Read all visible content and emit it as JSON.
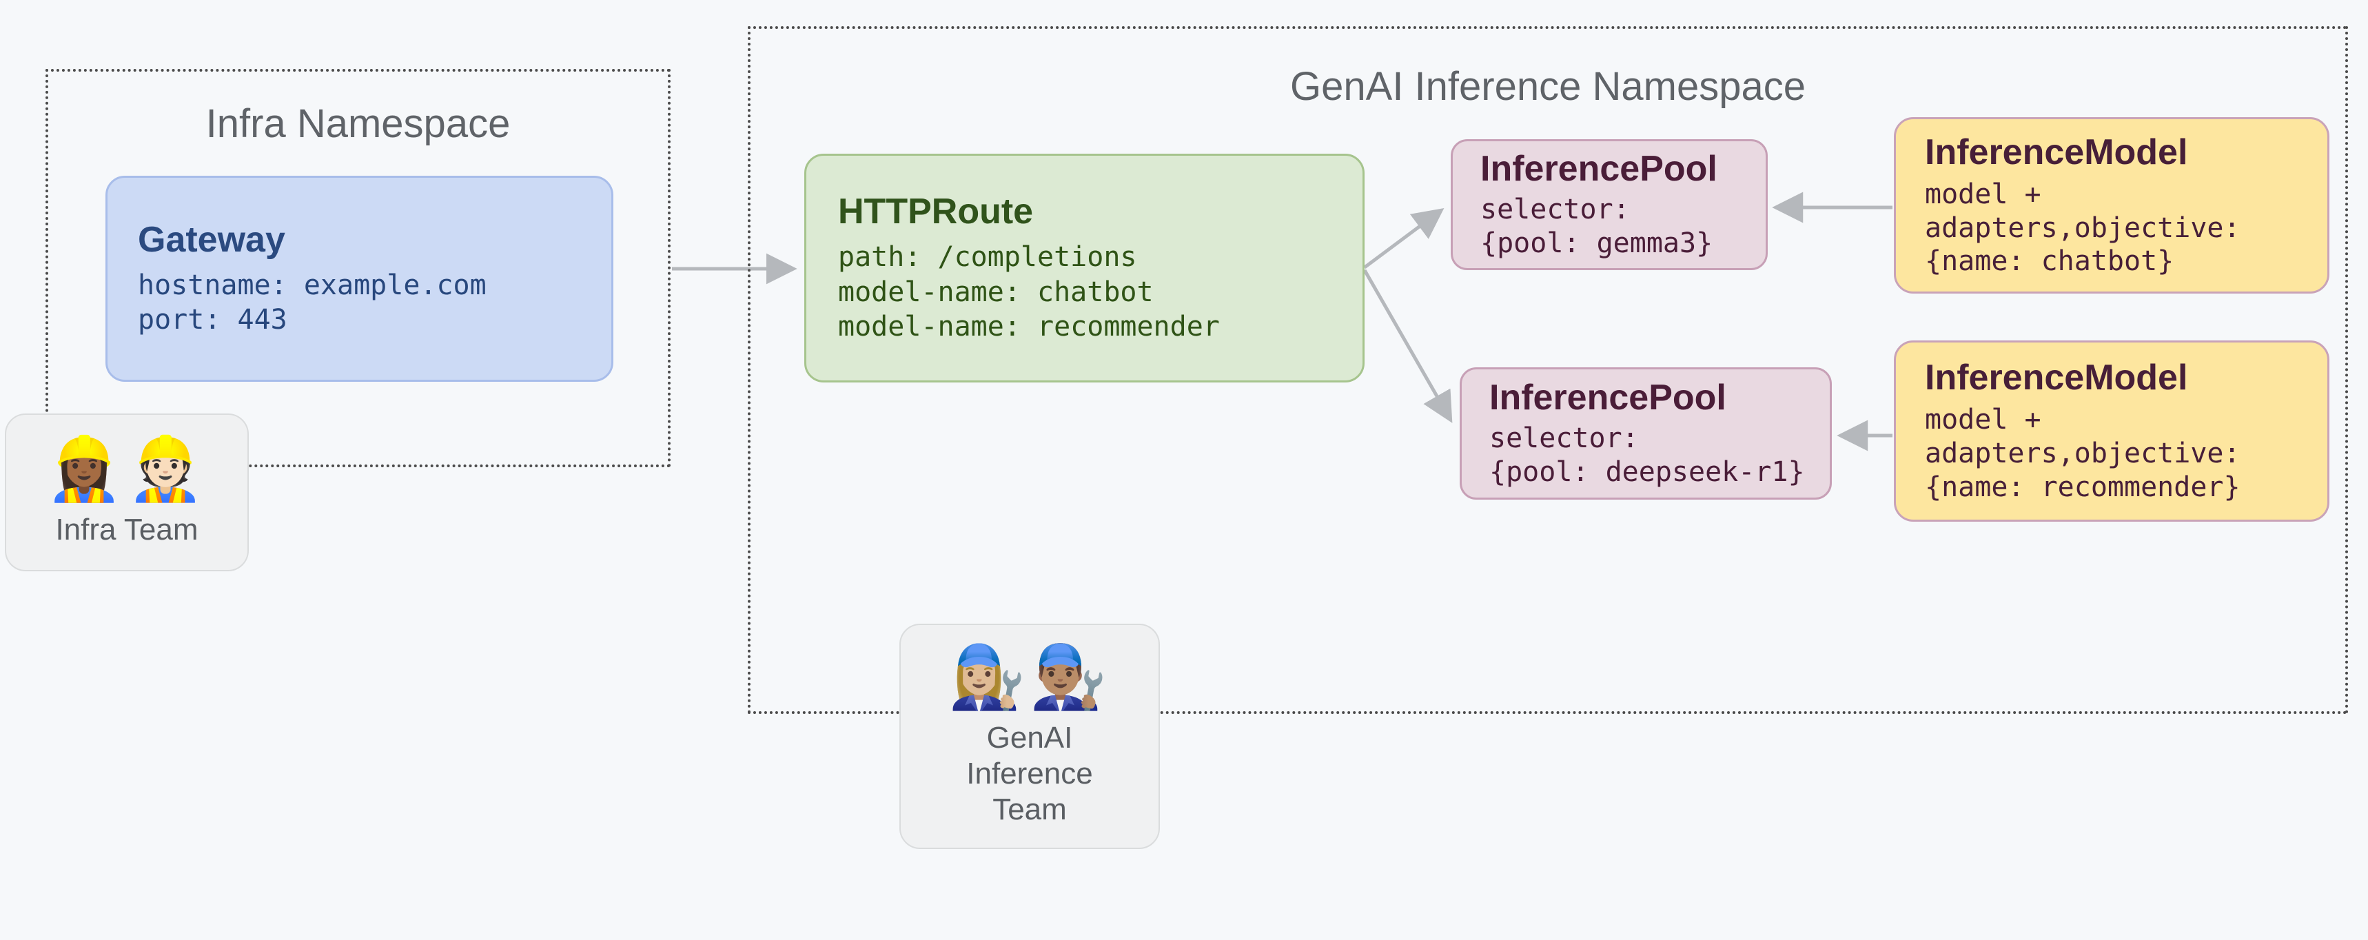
{
  "diagram": {
    "background_color": "#f6f8fa",
    "arrow_color": "#b5b8bc",
    "namespace_border_color": "#4b4b4b",
    "namespace_title_color": "#5f6368"
  },
  "namespaces": {
    "infra": {
      "title": "Infra Namespace"
    },
    "genai": {
      "title": "GenAI Inference Namespace"
    }
  },
  "nodes": {
    "gateway": {
      "title": "Gateway",
      "lines": [
        "hostname: example.com",
        "port: 443"
      ],
      "fill": "#ccdaf5",
      "border": "#a8bdea",
      "text": "#27477d"
    },
    "httproute": {
      "title": "HTTPRoute",
      "lines": [
        "path: /completions",
        "model-name: chatbot",
        "model-name: recommender"
      ],
      "fill": "#dcead3",
      "border": "#a6c48d",
      "text": "#2f5316"
    },
    "pool_gemma3": {
      "title": "InferencePool",
      "lines": [
        "selector:",
        "{pool: gemma3}"
      ],
      "fill": "#e9d9e1",
      "border": "#c7a0b6",
      "text": "#4a1d38"
    },
    "pool_deepseek_r1": {
      "title": "InferencePool",
      "lines": [
        "selector:",
        "{pool: deepseek-r1}"
      ],
      "fill": "#e9d9e1",
      "border": "#c7a0b6",
      "text": "#4a1d38"
    },
    "model_chatbot": {
      "title": "InferenceModel",
      "lines": [
        "model +",
        "adapters,objective:",
        "{name: chatbot}"
      ],
      "fill": "#fde69f",
      "border": "#c9a3b8",
      "text": "#471f38"
    },
    "model_recommender": {
      "title": "InferenceModel",
      "lines": [
        "model +",
        "adapters,objective:",
        "{name: recommender}"
      ],
      "fill": "#fde69f",
      "border": "#c9a3b8",
      "text": "#471f38"
    }
  },
  "teams": {
    "infra": {
      "emojis": "👷🏾‍♀️👷🏻",
      "label": "Infra Team"
    },
    "genai": {
      "emojis": "👩🏼‍🔧👨🏽‍🔧",
      "label": "GenAI Inference Team"
    }
  }
}
